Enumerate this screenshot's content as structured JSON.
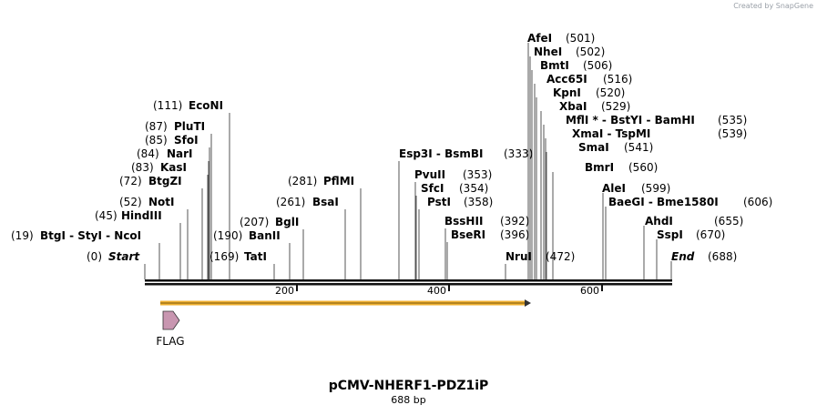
{
  "credit": "Created by SnapGene",
  "title": "pCMV-NHERF1-PDZ1iP",
  "length_label": "688 bp",
  "ruler": [
    "200",
    "400",
    "600"
  ],
  "feature": {
    "name": "FLAG",
    "color": "#c896b0"
  },
  "orf_color": "#f0b030",
  "sites": [
    {
      "pos": "(501)",
      "name": "AfeI"
    },
    {
      "pos": "(502)",
      "name": "NheI"
    },
    {
      "pos": "(506)",
      "name": "BmtI"
    },
    {
      "pos": "(516)",
      "name": "Acc65I"
    },
    {
      "pos": "(520)",
      "name": "KpnI"
    },
    {
      "pos": "(529)",
      "name": "XbaI"
    },
    {
      "pos": "(535)",
      "name": "MflI * - BstYI - BamHI"
    },
    {
      "pos": "(539)",
      "name": "XmaI - TspMI"
    },
    {
      "pos": "(541)",
      "name": "SmaI"
    },
    {
      "pos": "(560)",
      "name": "BmrI"
    },
    {
      "pos": "(599)",
      "name": "AleI"
    },
    {
      "pos": "(606)",
      "name": "BaeGI - Bme1580I"
    },
    {
      "pos": "(655)",
      "name": "AhdI"
    },
    {
      "pos": "(670)",
      "name": "SspI"
    },
    {
      "pos": "(688)",
      "name": "End"
    },
    {
      "pos": "(111)",
      "name": "EcoNI"
    },
    {
      "pos": "(87)",
      "name": "PluTI"
    },
    {
      "pos": "(85)",
      "name": "SfoI"
    },
    {
      "pos": "(84)",
      "name": "NarI"
    },
    {
      "pos": "(83)",
      "name": "KasI"
    },
    {
      "pos": "(72)",
      "name": "BtgZI"
    },
    {
      "pos": "(52)",
      "name": "NotI"
    },
    {
      "pos": "(45)",
      "name": "HindIII"
    },
    {
      "pos": "(19)",
      "name": "BtgI - StyI - NcoI"
    },
    {
      "pos": "(0)",
      "name": "Start"
    },
    {
      "pos": "(190)",
      "name": "BanII"
    },
    {
      "pos": "(169)",
      "name": "TatI"
    },
    {
      "pos": "(207)",
      "name": "BglI"
    },
    {
      "pos": "(281)",
      "name": "PflMI"
    },
    {
      "pos": "(261)",
      "name": "BsaI"
    },
    {
      "pos": "(333)",
      "name": "Esp3I - BsmBI"
    },
    {
      "pos": "(353)",
      "name": "PvuII"
    },
    {
      "pos": "(354)",
      "name": "SfcI"
    },
    {
      "pos": "(358)",
      "name": "PstI"
    },
    {
      "pos": "(392)",
      "name": "BssHII"
    },
    {
      "pos": "(396)",
      "name": "BseRI"
    },
    {
      "pos": "(472)",
      "name": "NruI"
    }
  ]
}
